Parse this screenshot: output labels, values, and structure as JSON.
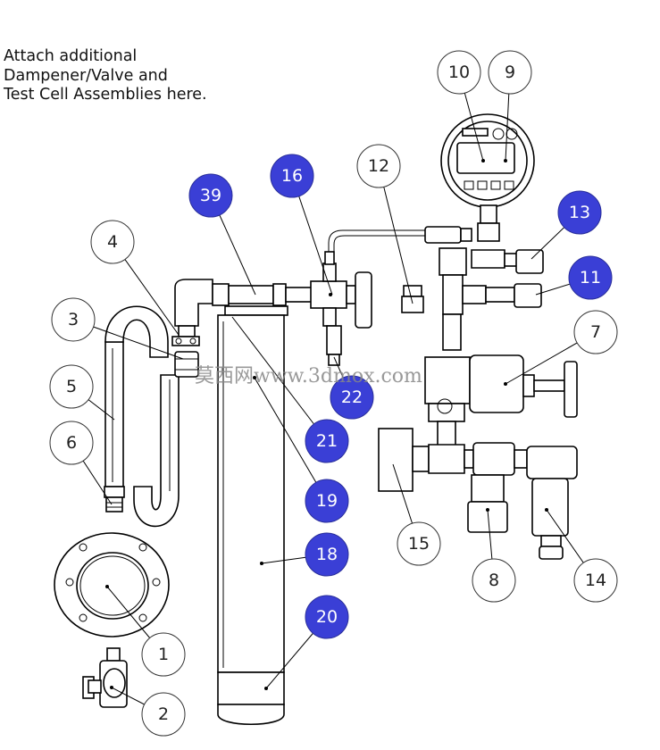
{
  "note_lines": [
    "Attach additional",
    "Dampener/Valve and",
    "Test Cell Assemblies here."
  ],
  "watermark": "莫西网www.3dmox.com",
  "colors": {
    "callout_highlight": "#3a3fd6",
    "callout_plain": "#ffffff",
    "line": "#000000"
  },
  "callouts": [
    {
      "label": "1",
      "highlighted": false
    },
    {
      "label": "2",
      "highlighted": false
    },
    {
      "label": "3",
      "highlighted": false
    },
    {
      "label": "4",
      "highlighted": false
    },
    {
      "label": "5",
      "highlighted": false
    },
    {
      "label": "6",
      "highlighted": false
    },
    {
      "label": "7",
      "highlighted": false
    },
    {
      "label": "8",
      "highlighted": false
    },
    {
      "label": "9",
      "highlighted": false
    },
    {
      "label": "10",
      "highlighted": false
    },
    {
      "label": "11",
      "highlighted": true
    },
    {
      "label": "12",
      "highlighted": false
    },
    {
      "label": "13",
      "highlighted": true
    },
    {
      "label": "14",
      "highlighted": false
    },
    {
      "label": "15",
      "highlighted": false
    },
    {
      "label": "16",
      "highlighted": true
    },
    {
      "label": "18",
      "highlighted": true
    },
    {
      "label": "19",
      "highlighted": true
    },
    {
      "label": "20",
      "highlighted": true
    },
    {
      "label": "21",
      "highlighted": true
    },
    {
      "label": "22",
      "highlighted": true
    },
    {
      "label": "39",
      "highlighted": true
    }
  ]
}
